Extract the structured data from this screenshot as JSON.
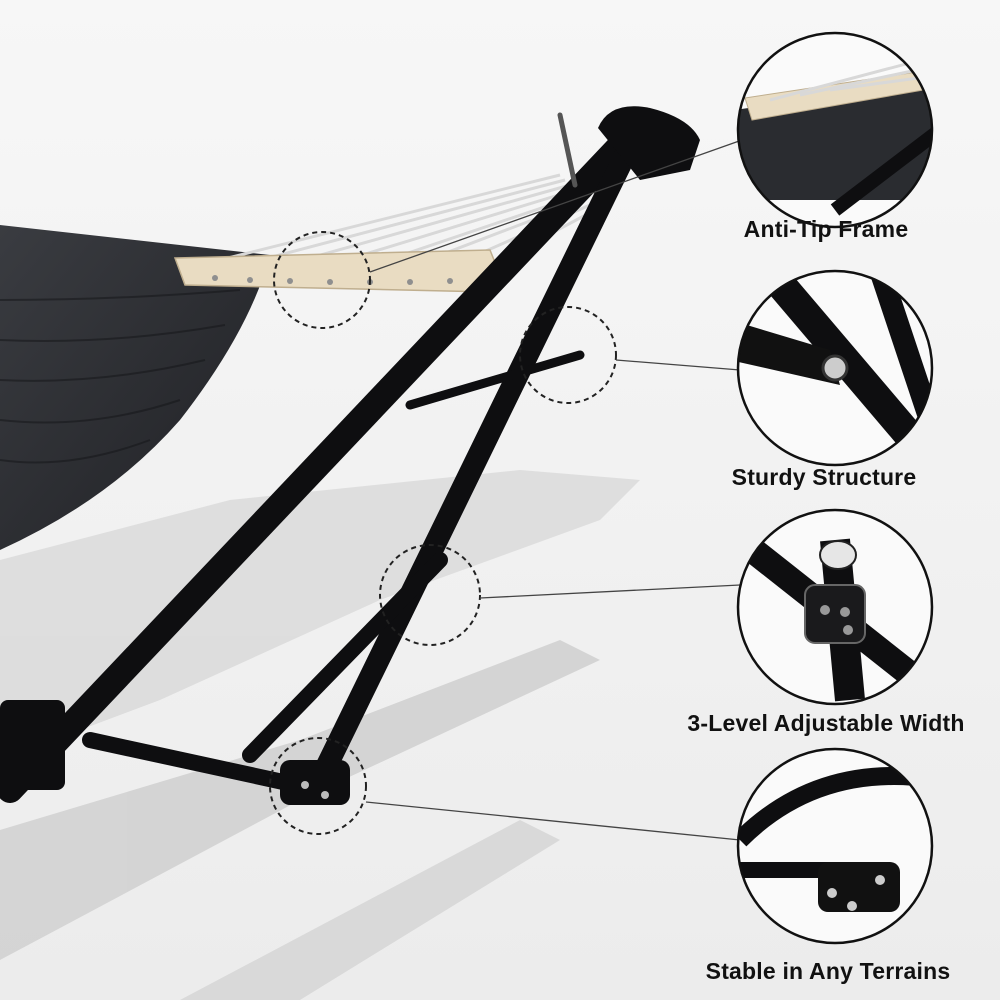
{
  "product": {
    "hammock_color": "#2b2d31",
    "frame_color": "#0e0e10",
    "spreader_color": "#e9dcc2"
  },
  "features": [
    {
      "label": "Anti-Tip Frame",
      "icon": "spreader-bar-detail"
    },
    {
      "label": "Sturdy Structure",
      "icon": "pivot-joint-detail"
    },
    {
      "label": "3-Level Adjustable Width",
      "icon": "width-adjuster-detail"
    },
    {
      "label": "Stable in Any Terrains",
      "icon": "base-foot-detail"
    }
  ]
}
